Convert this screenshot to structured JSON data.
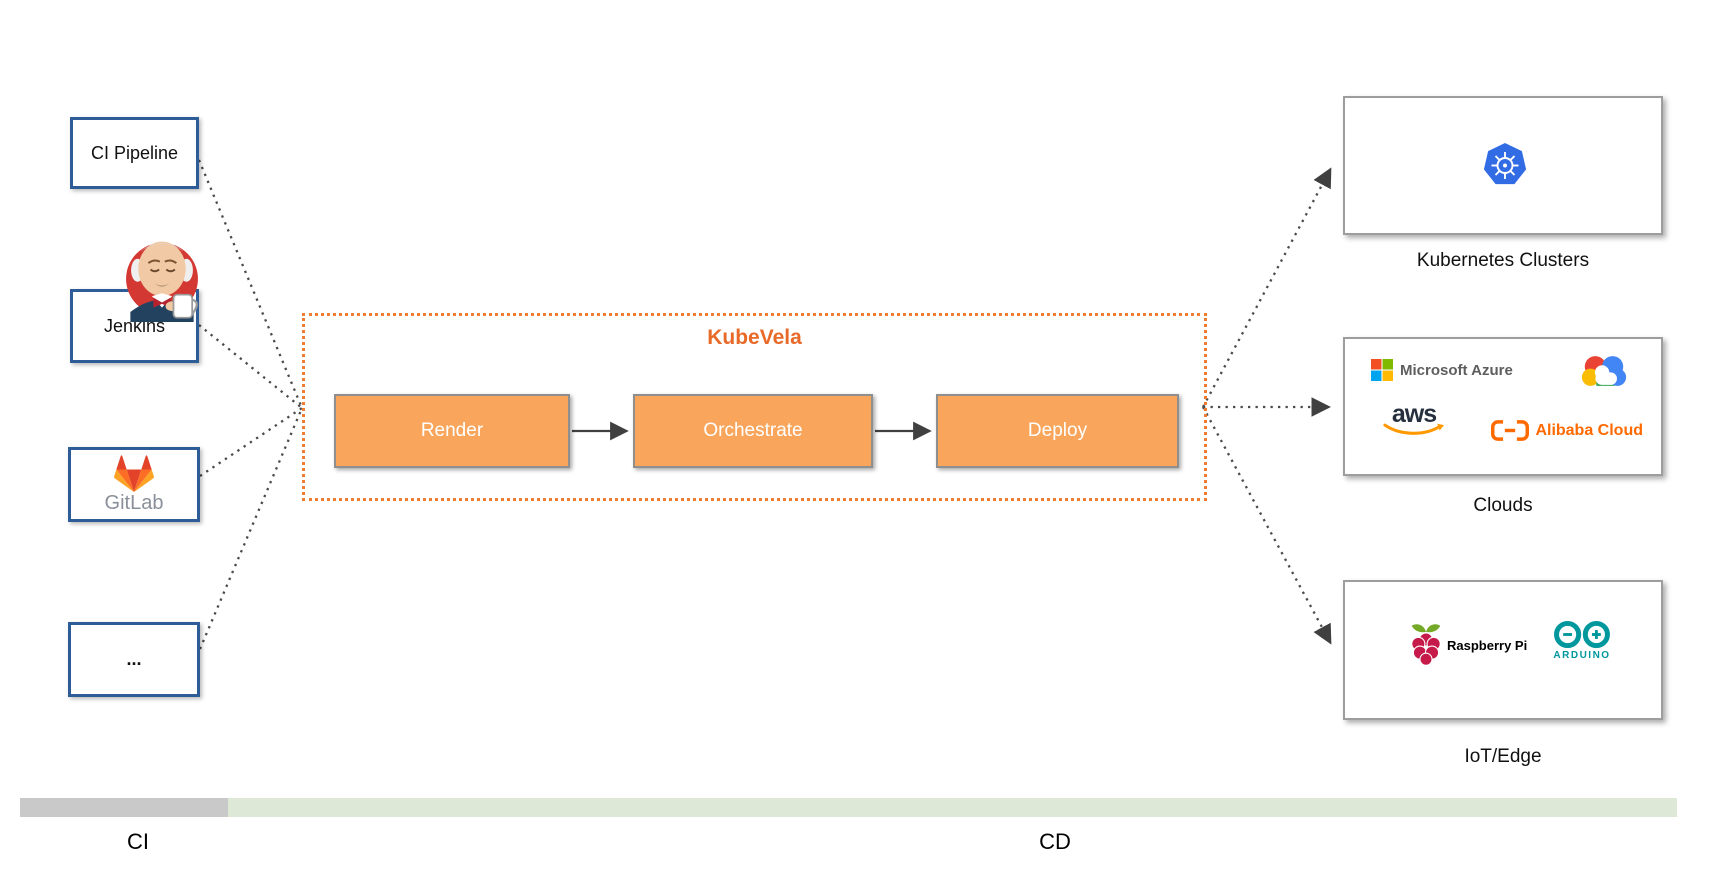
{
  "diagram": {
    "sources": [
      {
        "label": "CI Pipeline"
      },
      {
        "label": "Jenkins"
      },
      {
        "label": "GitLab"
      },
      {
        "label": "..."
      }
    ],
    "kubevela": {
      "title": "KubeVela",
      "stages": [
        {
          "label": "Render"
        },
        {
          "label": "Orchestrate"
        },
        {
          "label": "Deploy"
        }
      ]
    },
    "targets": [
      {
        "label": "Kubernetes Clusters"
      },
      {
        "label": "Clouds",
        "logos": {
          "azure": "Microsoft Azure",
          "aws": "aws",
          "alibaba": "Alibaba Cloud"
        }
      },
      {
        "label": "IoT/Edge",
        "logos": {
          "raspberry_pi": "Raspberry Pi",
          "arduino": "ARDUINO"
        }
      }
    ],
    "timeline": {
      "ci": "CI",
      "cd": "CD"
    },
    "colors": {
      "accent_orange": "#ED7D31",
      "kubevela_title_orange": "#E96A28",
      "stage_fill_orange": "#F9A65C",
      "source_border_blue": "#2E5C97",
      "connector_gray": "#4a4a4a",
      "bar_ci_gray": "#C9C9C9",
      "bar_cd_green": "#DDE9D6",
      "kubernetes_blue": "#326CE5",
      "gitlab_orange": "#FC6D26",
      "aws_orange": "#FF9900",
      "alibaba_orange": "#FF6A00",
      "arduino_teal": "#00979D",
      "raspberry_red": "#C51A4A"
    }
  }
}
